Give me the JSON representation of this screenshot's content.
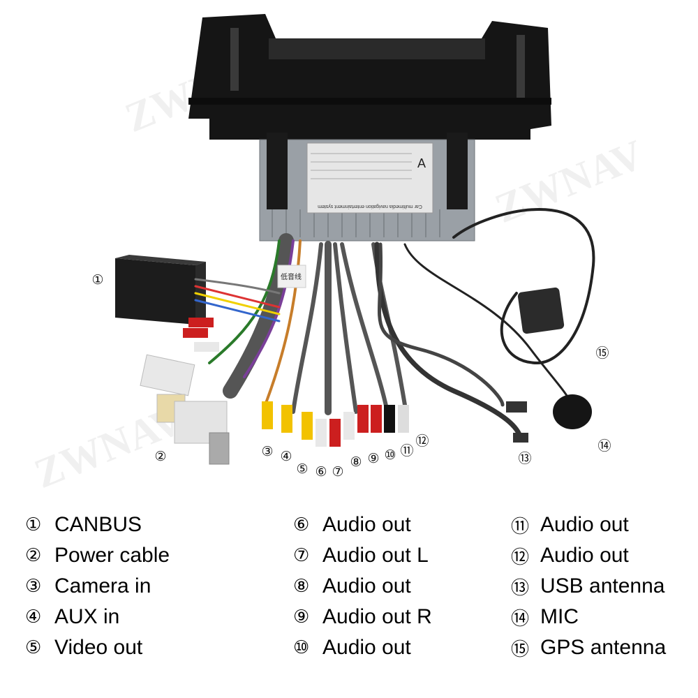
{
  "watermark": "ZWNAV",
  "callouts": [
    {
      "id": "1",
      "text": "①"
    },
    {
      "id": "2",
      "text": "②"
    },
    {
      "id": "3",
      "text": "③"
    },
    {
      "id": "4",
      "text": "④"
    },
    {
      "id": "5",
      "text": "⑤"
    },
    {
      "id": "6",
      "text": "⑥"
    },
    {
      "id": "7",
      "text": "⑦"
    },
    {
      "id": "8",
      "text": "⑧"
    },
    {
      "id": "9",
      "text": "⑨"
    },
    {
      "id": "10",
      "text": "⑩"
    },
    {
      "id": "11",
      "text": "⑪"
    },
    {
      "id": "12",
      "text": "⑫"
    },
    {
      "id": "13",
      "text": "⑬"
    },
    {
      "id": "14",
      "text": "⑭"
    },
    {
      "id": "15",
      "text": "⑮"
    }
  ],
  "unit_label_text": "Car multimedia navigation entertainment system",
  "unit_mark": "A",
  "tag_text": "低音线",
  "legend": {
    "col1": [
      {
        "num": "①",
        "label": "CANBUS"
      },
      {
        "num": "②",
        "label": "Power cable"
      },
      {
        "num": "③",
        "label": "Camera in"
      },
      {
        "num": "④",
        "label": "AUX in"
      },
      {
        "num": "⑤",
        "label": "Video out"
      }
    ],
    "col2": [
      {
        "num": "⑥",
        "label": "Audio out"
      },
      {
        "num": "⑦",
        "label": "Audio out L"
      },
      {
        "num": "⑧",
        "label": "Audio out"
      },
      {
        "num": "⑨",
        "label": "Audio out R"
      },
      {
        "num": "⑩",
        "label": "Audio out"
      }
    ],
    "col3": [
      {
        "num": "⑪",
        "label": "Audio out"
      },
      {
        "num": "⑫",
        "label": "Audio out"
      },
      {
        "num": "⑬",
        "label": "USB antenna"
      },
      {
        "num": "⑭",
        "label": "MIC"
      },
      {
        "num": "⑮",
        "label": "GPS antenna"
      }
    ]
  },
  "colors": {
    "unit_body": "#9aa0a6",
    "bezel": "#151515",
    "rca_yellow": "#f2c200",
    "rca_white": "#e8e8e8",
    "rca_red": "#cc1f1f",
    "cable_grey": "#6f6f6f"
  }
}
